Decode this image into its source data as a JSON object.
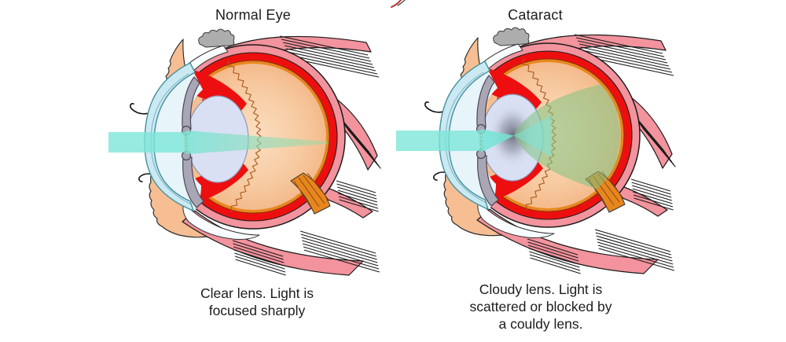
{
  "figure": {
    "normal": {
      "title": "Normal Eye",
      "caption_lines": [
        "Clear lens. Light is",
        "focused sharply"
      ]
    },
    "cataract": {
      "title": "Cataract",
      "caption_lines": [
        "Cloudy lens. Light is",
        "scattered or blocked by",
        "a couldy lens."
      ]
    }
  },
  "palette": {
    "bg": "#FFFFFF",
    "text": "#1C1C1C",
    "muscle_pink": "#F2939D",
    "choroid_red": "#ED0F0F",
    "orange_ring": "#E8861E",
    "vitreous_edge": "#F4BA8C",
    "vitreous_mid": "#F7CBA2",
    "vitreous_center": "#FBDFC2",
    "cornea": "#CBE9F2",
    "cornea_inner": "#E7F4FA",
    "cornea_stroke": "#44909F",
    "lens": "#D9E0F3",
    "lens_stroke": "#8C96B8",
    "iris_gray": "#A9A6B6",
    "iris_stroke": "#4B4754",
    "lid_peach": "#F6BE92",
    "outline": "#1B1B1B",
    "beam_cyan": "#7DE6D8",
    "beam_green": "#9ED9A0",
    "scatter_green": "#7FC382",
    "cloud_dark": "#646876",
    "zigzag_brown": "#A85B1E",
    "sclera_white": "#F8FCFE",
    "caterpillar_gray": "#ADADAD",
    "zonule_red": "#E21212",
    "glow_orange": "#EE8F3C"
  }
}
